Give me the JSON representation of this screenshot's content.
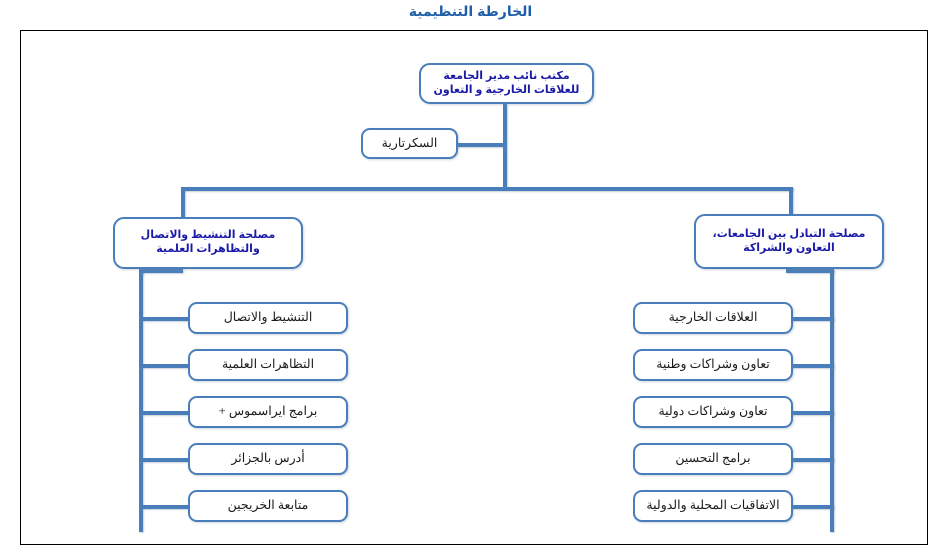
{
  "title": "الخارطة التنظيمية",
  "colors": {
    "title": "#1f5ea8",
    "box_border": "#4a7ebb",
    "connector": "#4a7ebb",
    "head_text": "#1a1aa8",
    "leaf_text": "#1a1a1a",
    "frame_border": "#000000",
    "background": "#ffffff"
  },
  "chart_data": {
    "type": "org-chart",
    "orientation": "rtl",
    "root": {
      "label": "مكتب نائب مدير الجامعة للعلاقات الخارجية و التعاون",
      "line1": "مكتب نائب مدير الجامعة",
      "line2": "للعلاقات الخارجية و التعاون"
    },
    "assistant": {
      "label": "السكرتارية"
    },
    "departments": [
      {
        "id": "left-department",
        "label": "مصلحة التنشيط والاتصال والتظاهرات العلمية",
        "line1": "مصلحة التنشيط والاتصال",
        "line2": "والتظاهرات العلمية",
        "children": [
          "التنشيط والاتصال",
          "التظاهرات العلمية",
          "برامج ايراسموس +",
          "أدرس بالجزائر",
          "متابعة الخريجين"
        ]
      },
      {
        "id": "right-department",
        "label": "مصلحة التبادل بين الجامعات، التعاون والشراكة",
        "line1": "مصلحة التبادل بين الجامعات،",
        "line2": "التعاون والشراكة",
        "children": [
          "العلاقات الخارجية",
          "تعاون وشراكات وطنية",
          "تعاون وشراكات دولية",
          "برامج التحسين",
          "الاتفاقيات المحلية والدولية"
        ]
      }
    ]
  }
}
